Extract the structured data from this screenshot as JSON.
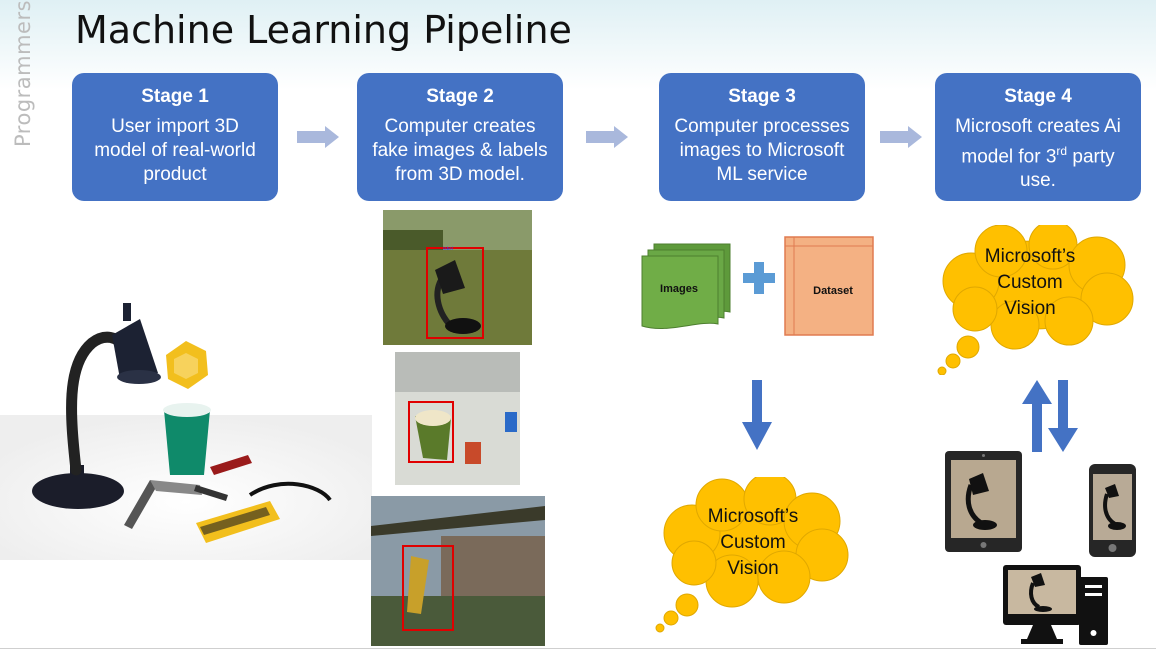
{
  "side_label": "Programmers",
  "title": "Machine Learning Pipeline",
  "stages": [
    {
      "label": "Stage 1",
      "lines": [
        "User import 3D",
        "model of real-world",
        "product"
      ]
    },
    {
      "label": "Stage 2",
      "lines": [
        "Computer creates",
        "fake images & labels",
        "from 3D model."
      ]
    },
    {
      "label": "Stage 3",
      "lines": [
        "Computer processes",
        "images to Microsoft",
        "ML service"
      ]
    },
    {
      "label": "Stage 4",
      "lines": [
        "Microsoft creates Ai",
        "model for 3",
        "rd",
        " party",
        "use."
      ]
    }
  ],
  "stage3_docs": {
    "images": "Images",
    "dataset": "Dataset"
  },
  "cloud_stage3": {
    "lines": [
      "Microsoft’s",
      "Custom",
      "Vision"
    ]
  },
  "cloud_stage4": {
    "lines": [
      "Microsoft’s",
      "Custom",
      "Vision"
    ]
  },
  "colors": {
    "stage_box": "#4472c4",
    "arrow": "#a9b8dc",
    "cloud": "#ffc000",
    "images_doc": "#70ad47",
    "dataset_doc": "#f4b183",
    "down_arrow": "#4472c4"
  }
}
